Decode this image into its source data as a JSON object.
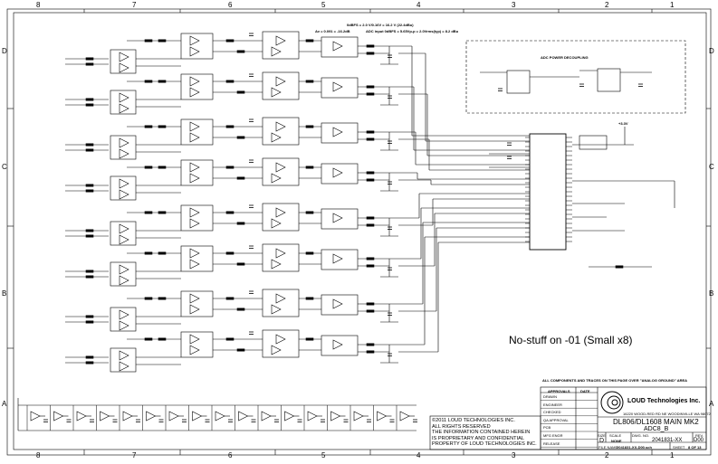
{
  "sheet": {
    "column_labels": [
      "8",
      "7",
      "6",
      "5",
      "4",
      "3",
      "2",
      "1"
    ],
    "row_labels": [
      "D",
      "C",
      "B",
      "A"
    ]
  },
  "annotations": {
    "spec_line_1": "0dBFS = 2.0 V/0.16V = 16.2 V (22.4dBu)",
    "spec_line_2": "Av = 0.091 = -16.2dB",
    "spec_line_3": "ADC input 0dBFS = 5.65Vp-p = 2.0Vrms(typ) = 8.2 dBu",
    "decoupling_title": "ADC POWER DECOUPLING",
    "no_stuff_note": "No-stuff on -01 (Small x8)",
    "ground_note": "ALL COMPONENTS AND TRACES ON THIS PAGE OVER \"ANALOG GROUND\" AREA",
    "rail_label": "+3.3V"
  },
  "copyright": [
    "©2011 LOUD TECHNOLOGIES INC.",
    "ALL RIGHTS RESERVED",
    "THE INFORMATION CONTAINED HEREIN",
    "IS PROPRIETARY AND CONFIDENTIAL",
    "PROPERTY OF LOUD TECHNOLOGIES INC."
  ],
  "title_block": {
    "company": "LOUD Technologies Inc.",
    "address": "16220 WOOD-RED RD NE WOODINVILLE WA 98072",
    "title": "DL806/DL1608 MAIN MK2",
    "subtitle": "ADC8_B",
    "approvals_header": "APPROVALS",
    "date_header": "DATE",
    "approval_rows": [
      "DRAWN",
      "ENGINEER",
      "CHECKED",
      "QA APPROVAL",
      "PCB",
      "MFG ENGR",
      "RELEASE"
    ],
    "size_label": "SIZE",
    "size": "D",
    "scale_label": "SCALE",
    "scale": "NONE",
    "dwg_no_label": "DWG. NO.",
    "dwg_no": "2041831-XX",
    "rev_label": "REV.",
    "rev": "D00",
    "file_label": "FILE NAME",
    "file": "2041831-XX-D00.sch",
    "sheet_label": "SHEET",
    "sheet": "8 OF 13"
  }
}
